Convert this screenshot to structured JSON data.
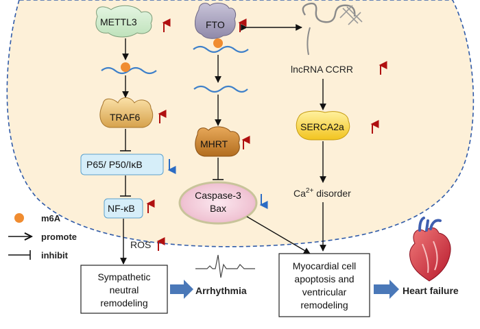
{
  "nodes": {
    "mettl3": "METTL3",
    "fto": "FTO",
    "traf6": "TRAF6",
    "p65": "P65/ P50/IκB",
    "nfkb": "NF-κB",
    "mhrt": "MHRT",
    "caspase_line1": "Caspase-3",
    "caspase_line2": "Bax",
    "lncrna": "lncRNA CCRR",
    "serca2a": "SERCA2a",
    "ca_prefix": "Ca",
    "ca_sup": "2+",
    "ca_suffix": " disorder",
    "ros": "ROS"
  },
  "outcomes": {
    "sympathetic": [
      "Sympathetic",
      "neutral",
      "remodeling"
    ],
    "myocardial": [
      "Myocardial cell",
      "apoptosis and",
      "ventricular",
      "remodeling"
    ],
    "arrhythmia": "Arrhythmia",
    "heart_failure": "Heart failure"
  },
  "legend": {
    "m6a": "m6A",
    "promote": "promote",
    "inhibit": "inhibit"
  },
  "colors": {
    "cell_fill": "#fdf0d8",
    "cell_border": "#2f5aa8",
    "up_arrow": "#b01010",
    "down_arrow": "#2b6cc4",
    "m6a_dot": "#f08c30",
    "rna": "#3d7fc9",
    "blue_box": "#d6eef9",
    "block_arrow": "#4a78b8"
  }
}
